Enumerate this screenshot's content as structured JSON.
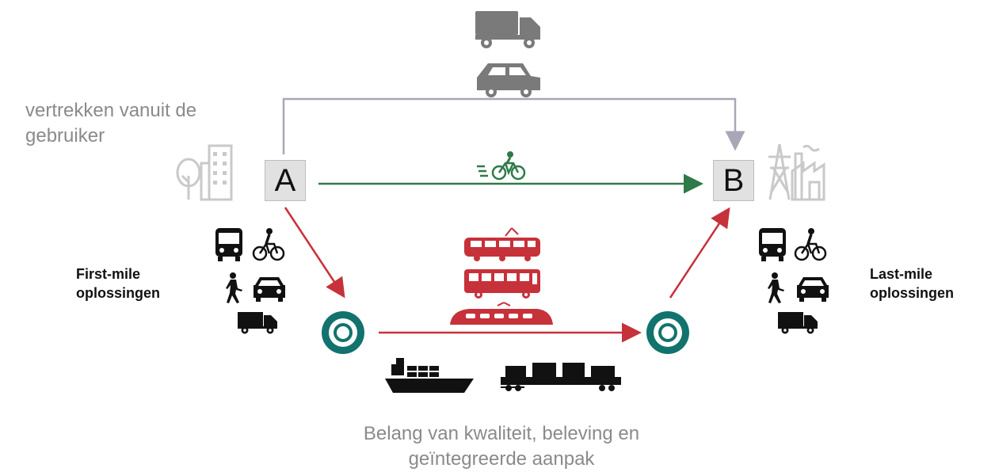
{
  "origin": {
    "label": "A",
    "caption": "vertrekken vanuit de gebruiker"
  },
  "destination": {
    "label": "B"
  },
  "first_mile": {
    "line1": "First-mile",
    "line2": "oplossingen"
  },
  "last_mile": {
    "line1": "Last-mile",
    "line2": "oplossingen"
  },
  "footer": {
    "line1": "Belang van kwaliteit, beleving en",
    "line2": "geïntegreerde aanpak"
  },
  "colors": {
    "gray_route": "#a7a7b7",
    "green_route": "#2f7a48",
    "red_route": "#c7313a",
    "hub_teal": "#12736e",
    "icon_gray": "#7a7a7a",
    "icon_light": "#c9c9c9",
    "icon_black": "#111111",
    "icon_red": "#c7313a",
    "icon_green": "#2f7a48"
  },
  "icons": {
    "road_transport": [
      "truck-icon",
      "car-icon"
    ],
    "origin_buildings": [
      "tree-icon",
      "office-building-icon"
    ],
    "destination_buildings": [
      "power-pylon-icon",
      "factory-icon"
    ],
    "direct_route": [
      "bicycle-icon"
    ],
    "first_mile_modes": [
      "bus-icon",
      "cyclist-icon",
      "pedestrian-icon",
      "car-icon",
      "truck-icon"
    ],
    "last_mile_modes": [
      "bus-icon",
      "cyclist-icon",
      "pedestrian-icon",
      "car-icon",
      "truck-icon"
    ],
    "public_transport": [
      "tram-icon",
      "bus-icon",
      "train-icon"
    ],
    "freight": [
      "ship-icon",
      "freight-train-icon"
    ],
    "hubs": [
      "hub-icon",
      "hub-icon"
    ]
  }
}
